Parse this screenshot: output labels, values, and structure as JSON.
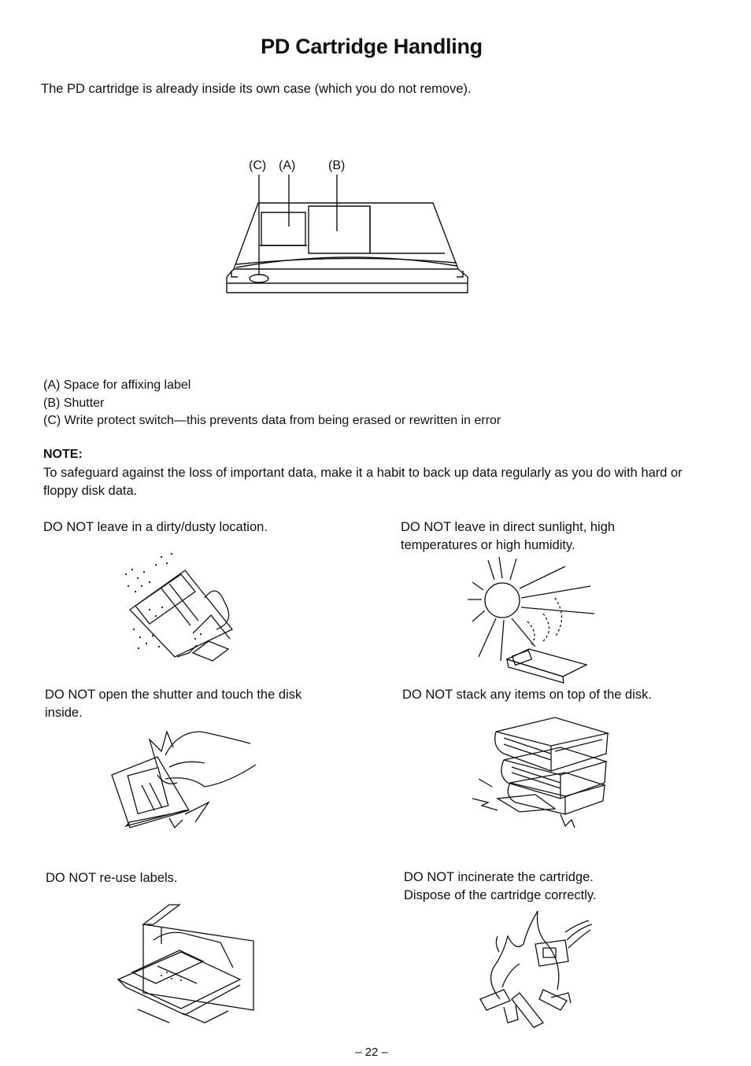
{
  "title": "PD Cartridge Handling",
  "intro": "The PD cartridge is already inside its own case (which you do not remove).",
  "diagram_callouts": {
    "c": "(C)",
    "a": "(A)",
    "b": "(B)"
  },
  "legend": [
    "(A)  Space for affixing label",
    "(B)  Shutter",
    "(C)  Write protect switch—this prevents data from being erased or rewritten in error"
  ],
  "note": {
    "heading": "NOTE:",
    "text": "To safeguard against the loss of important data, make it a habit to back up data regularly as you do with hard or floppy disk data."
  },
  "cautions": [
    {
      "lines": [
        "DO NOT leave in a dirty/dusty location."
      ]
    },
    {
      "lines": [
        "DO NOT leave in direct sunlight, high",
        "temperatures or high humidity."
      ]
    },
    {
      "lines": [
        "DO NOT open the shutter and touch the disk",
        "inside."
      ]
    },
    {
      "lines": [
        "DO NOT stack any items on top of the disk."
      ]
    },
    {
      "lines": [
        "DO NOT re-use labels."
      ]
    },
    {
      "lines": [
        "DO NOT incinerate the cartridge.",
        "Dispose of the cartridge correctly."
      ]
    }
  ],
  "page_number": "– 22 –"
}
